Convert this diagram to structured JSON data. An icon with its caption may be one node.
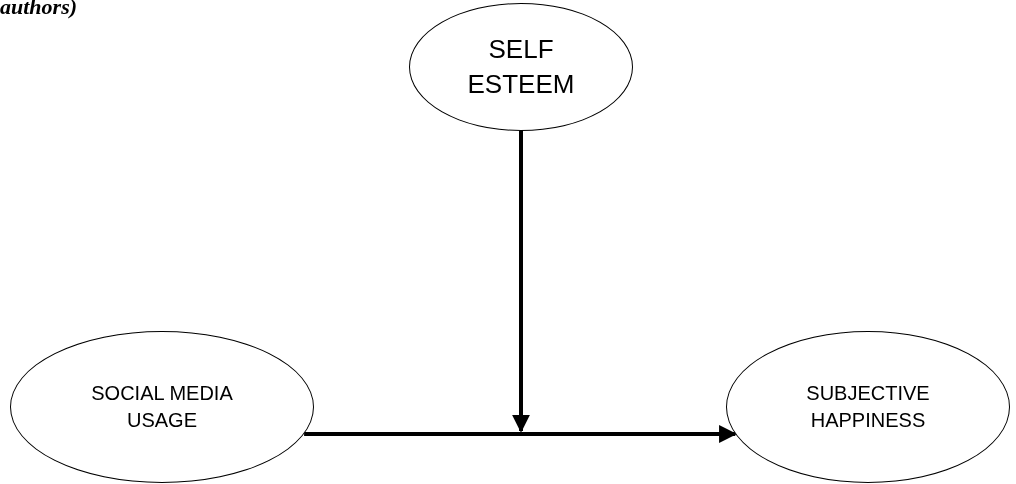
{
  "diagram": {
    "nodes": [
      {
        "text": [
          "SELF ESTEEM"
        ]
      },
      {
        "text": [
          "SOCIAL MEDIA USAGE"
        ]
      },
      {
        "text": [
          "SUBJECTIVE HAPPINESS"
        ]
      }
    ],
    "edges": [
      {
        "from": 0,
        "to": null,
        "arrow": "to"
      },
      {
        "from": 1,
        "to": 2,
        "arrow": "to"
      }
    ],
    "labels": [
      "authors)"
    ]
  }
}
